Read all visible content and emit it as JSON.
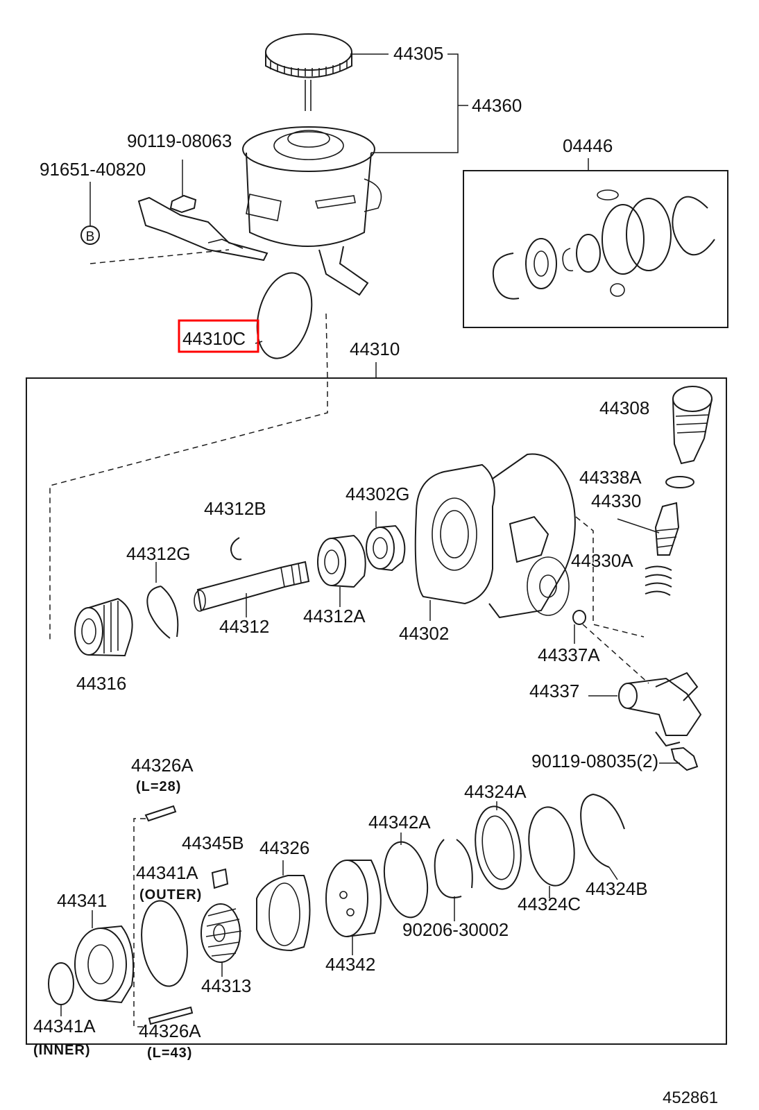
{
  "diagram_id": "452861",
  "highlight": {
    "part": "44310C",
    "color": "#ff0000"
  },
  "labels": {
    "p44305": "44305",
    "p44360": "44360",
    "p90119_08063": "90119-08063",
    "p91651_40820": "91651-40820",
    "callout_b": "B",
    "p04446": "04446",
    "p44310c": "44310C",
    "p44310": "44310",
    "p44308": "44308",
    "p44338a": "44338A",
    "p44330": "44330",
    "p44312b": "44312B",
    "p44302g": "44302G",
    "p44312g": "44312G",
    "p44330a": "44330A",
    "p44312": "44312",
    "p44312a": "44312A",
    "p44302": "44302",
    "p44316": "44316",
    "p44337a": "44337A",
    "p44337": "44337",
    "p90119_08035": "90119-08035(2)",
    "p44326a_top": "44326A",
    "p44326a_top_len": "(L=28)",
    "p44324a": "44324A",
    "p44342a": "44342A",
    "p44345b": "44345B",
    "p44326": "44326",
    "p44341a_outer": "44341A",
    "p44341a_outer_sub": "(OUTER)",
    "p44341": "44341",
    "p44324b": "44324B",
    "p44324c": "44324C",
    "p90206_30002": "90206-30002",
    "p44342": "44342",
    "p44313": "44313",
    "p44341a_inner": "44341A",
    "p44341a_inner_sub": "(INNER)",
    "p44326a_bot": "44326A",
    "p44326a_bot_len": "(L=43)"
  }
}
